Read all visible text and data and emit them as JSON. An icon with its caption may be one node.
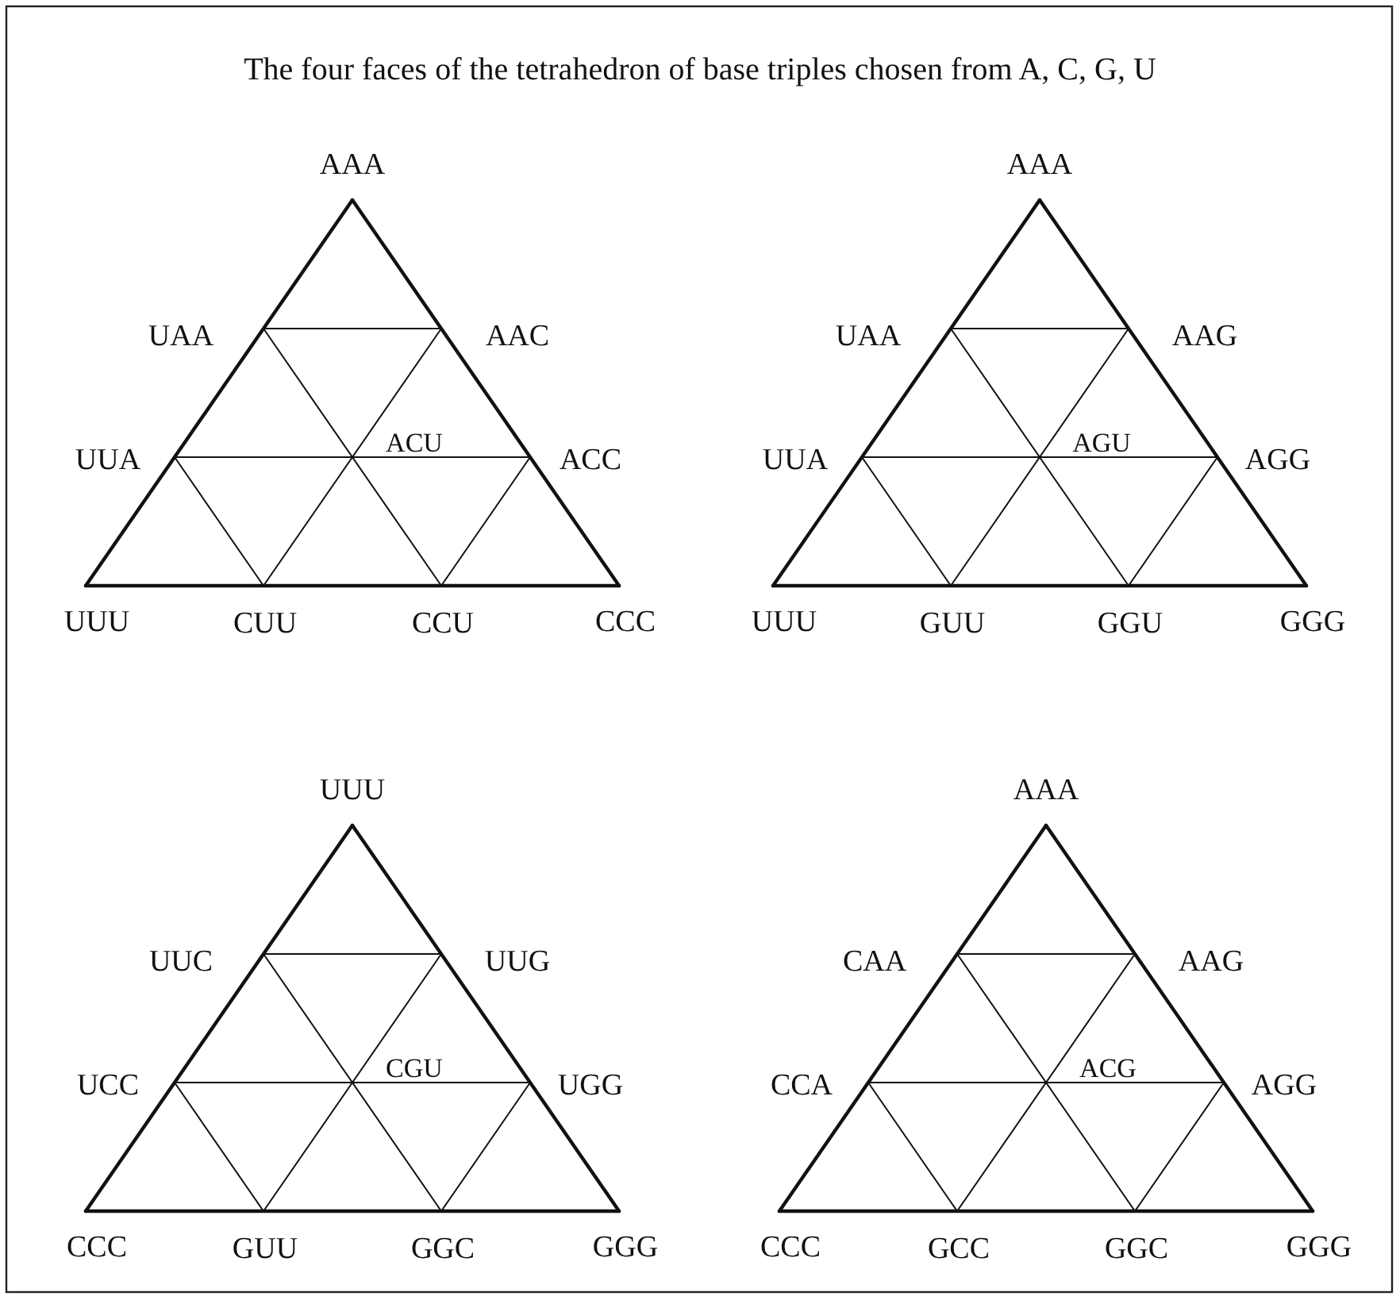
{
  "diagram": {
    "title": "The four faces of the tetrahedron of base triples chosen from A, C, G, U",
    "labels": [
      "AAA",
      "UAA",
      "AAC",
      "UUA",
      "ACU",
      "ACC",
      "UUU",
      "CUU",
      "CCU",
      "CCC",
      "AAA",
      "UAA",
      "AAG",
      "UUA",
      "AGU",
      "AGG",
      "UUU",
      "GUU",
      "GGU",
      "GGG",
      "UUU",
      "UUC",
      "UUG",
      "UCC",
      "CGU",
      "UGG",
      "CCC",
      "GUU",
      "GGC",
      "GGG",
      "AAA",
      "CAA",
      "AAG",
      "CCA",
      "ACG",
      "AGG",
      "CCC",
      "GCC",
      "GGC",
      "GGG"
    ]
  }
}
